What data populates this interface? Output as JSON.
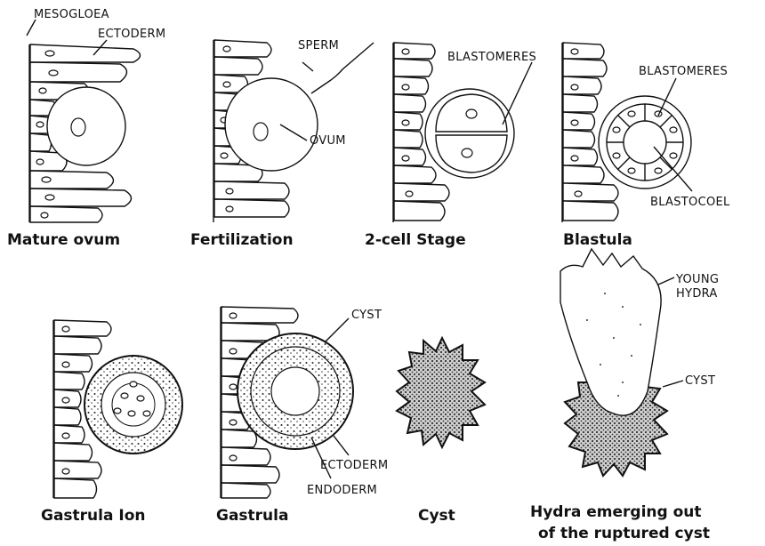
{
  "labels": {
    "mesogloea": "MESOGLOEA",
    "ectoderm_1": "ECTODERM",
    "sperm": "SPERM",
    "ovum": "OVUM",
    "blastomeres_1": "BLASTOMERES",
    "blastomeres_2": "BLASTOMERES",
    "blastocoel": "BLASTOCOEL",
    "young_hydra_1": "YOUNG",
    "young_hydra_2": "HYDRA",
    "cyst_1": "CYST",
    "cyst_2": "CYST",
    "ectoderm_2": "ECTODERM",
    "endoderm": "ENDODERM"
  },
  "captions": {
    "mature_ovum": "Mature ovum",
    "fertilization": "Fertilization",
    "two_cell": "2-cell Stage",
    "blastula": "Blastula",
    "gastrula_ion": "Gastrula Ion",
    "gastrula": "Gastrula",
    "cyst": "Cyst",
    "hydra_1": "Hydra emerging out",
    "hydra_2": "of the ruptured cyst"
  }
}
